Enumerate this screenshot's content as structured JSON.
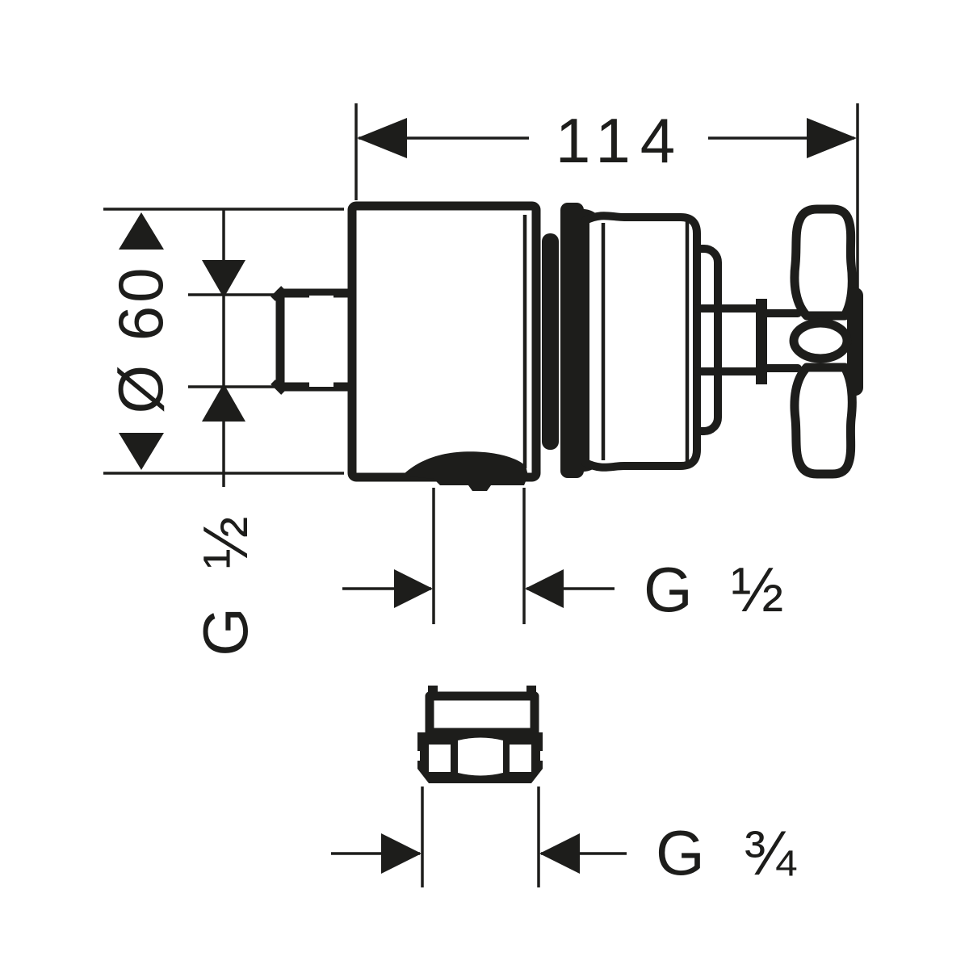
{
  "colors": {
    "background": "#ffffff",
    "line": "#1d1d1b"
  },
  "dimensions": {
    "width": "114",
    "diameter": "Ø 60",
    "supply_thread": "G ½",
    "outlet_thread": "G ½",
    "hose_thread": "G ¾"
  }
}
